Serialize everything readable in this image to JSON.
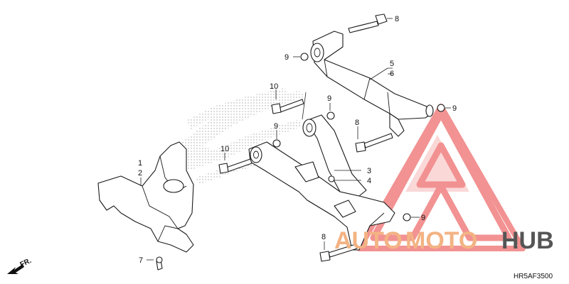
{
  "diagram_code": "HR5AF3500",
  "front_arrow_label": "FR.",
  "watermark": {
    "brand_part1": "AUTO",
    "brand_part2": "MOTO",
    "brand_part3": "HUB",
    "accent_color": "#f07f7f",
    "text_color_light": "#f3b383",
    "text_color_dark": "#555555"
  },
  "callouts": [
    {
      "id": "c-1",
      "label": "1"
    },
    {
      "id": "c-2",
      "label": "2"
    },
    {
      "id": "c-3",
      "label": "3"
    },
    {
      "id": "c-4",
      "label": "4"
    },
    {
      "id": "c-5",
      "label": "5"
    },
    {
      "id": "c-6",
      "label": "6"
    },
    {
      "id": "c-7",
      "label": "7"
    },
    {
      "id": "c-8a",
      "label": "8"
    },
    {
      "id": "c-8b",
      "label": "8"
    },
    {
      "id": "c-8c",
      "label": "8"
    },
    {
      "id": "c-9a",
      "label": "9"
    },
    {
      "id": "c-9b",
      "label": "9"
    },
    {
      "id": "c-9c",
      "label": "9"
    },
    {
      "id": "c-9d",
      "label": "9"
    },
    {
      "id": "c-9e",
      "label": "9"
    },
    {
      "id": "c-10a",
      "label": "10"
    },
    {
      "id": "c-10b",
      "label": "10"
    }
  ]
}
